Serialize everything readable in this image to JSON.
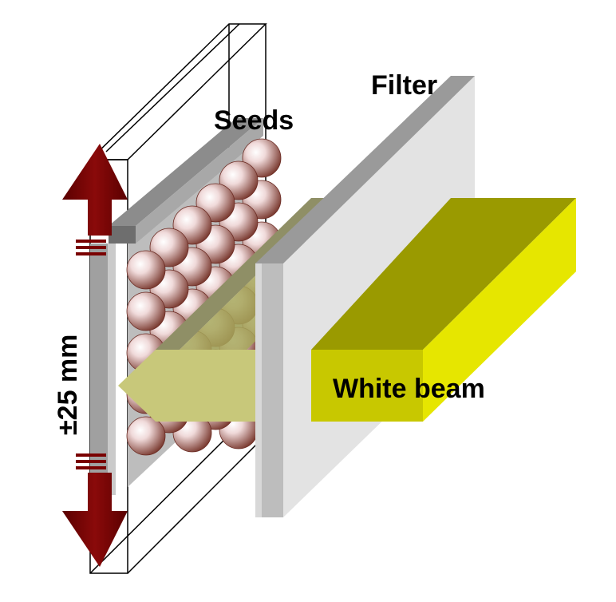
{
  "labels": {
    "filter": "Filter",
    "seeds": "Seeds",
    "white_beam": "White beam",
    "travel": "±25 mm"
  },
  "colors": {
    "background": "#ffffff",
    "frame_stroke": "#000000",
    "frame_bar": "#8c8c8c",
    "frame_bar_light": "#c4c4c4",
    "seed_dark": "#7a3a30",
    "seed_light": "#ffffff",
    "arrow": "#7a0000",
    "filter_face": "#e3e3e3",
    "filter_top": "#9a9a9a",
    "filter_edge": "#bdbdbd",
    "beam_top": "#9a9a00",
    "beam_front": "#c8c800",
    "beam_side": "#e6e600",
    "beam_transmitted": "#c8c87a",
    "beam_transmitted_top": "#8f8f66"
  },
  "icons": {
    "up_arrow": "arrow-up-icon",
    "down_arrow": "arrow-down-icon"
  }
}
